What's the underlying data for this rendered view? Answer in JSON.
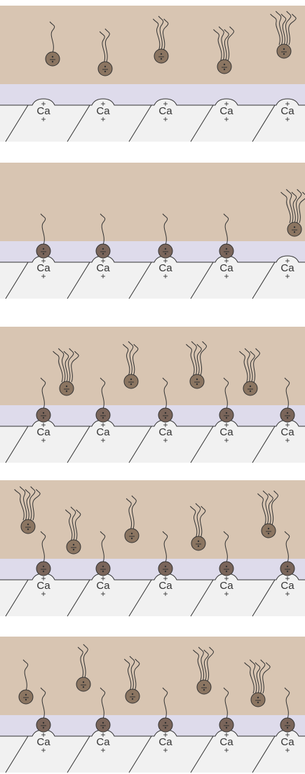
{
  "colors": {
    "liquid": "#d8c5b2",
    "layer": "#dedbeb",
    "solid": "#f1f1f1",
    "outline": "#333333",
    "head_light": "#8b7561",
    "head_dark": "#7a655a"
  },
  "labels": {
    "calcium": "Ca",
    "plus": "+",
    "minus": "−"
  },
  "panels": [
    {
      "id": "p1",
      "adsorbed_heads": 0,
      "free_molecules": [
        {
          "tails": 1,
          "tail_style": "single"
        },
        {
          "tails": 2,
          "tail_style": "double"
        },
        {
          "tails": 3,
          "tail_style": "triple"
        },
        {
          "tails": 4,
          "tail_style": "quad"
        },
        {
          "tails": 5,
          "tail_style": "quint"
        }
      ]
    },
    {
      "id": "p2",
      "adsorbed_heads": 4,
      "free_molecules": [
        {
          "tails": 5,
          "tail_style": "quint"
        }
      ]
    },
    {
      "id": "p3",
      "adsorbed_heads": 5,
      "free_molecules": [
        {
          "tails": 5,
          "tail_style": "quint"
        },
        {
          "tails": 3,
          "tail_style": "triple"
        },
        {
          "tails": 4,
          "tail_style": "quad"
        },
        {
          "tails": 4,
          "tail_style": "quad"
        }
      ]
    },
    {
      "id": "p4",
      "adsorbed_heads": 5,
      "free_molecules": [
        {
          "tails": 5,
          "tail_style": "quint"
        },
        {
          "tails": 3,
          "tail_style": "triple"
        },
        {
          "tails": 2,
          "tail_style": "double"
        },
        {
          "tails": 3,
          "tail_style": "triple"
        },
        {
          "tails": 4,
          "tail_style": "quad"
        }
      ]
    },
    {
      "id": "p5",
      "adsorbed_heads": 5,
      "free_molecules": [
        {
          "tails": 1,
          "tail_style": "single"
        },
        {
          "tails": 2,
          "tail_style": "double"
        },
        {
          "tails": 3,
          "tail_style": "triple"
        },
        {
          "tails": 4,
          "tail_style": "quad"
        },
        {
          "tails": 5,
          "tail_style": "quint"
        }
      ]
    }
  ]
}
